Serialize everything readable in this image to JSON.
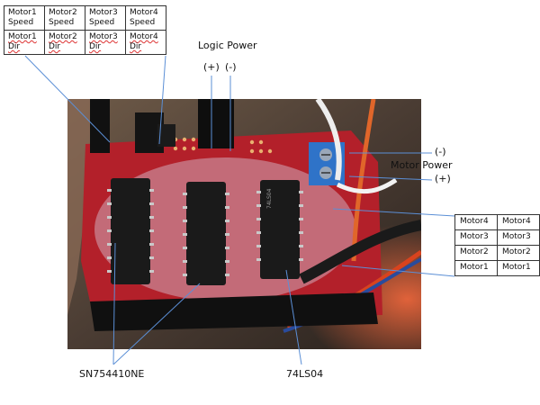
{
  "top_table": [
    [
      "Motor1\nSpeed",
      "Motor2\nSpeed",
      "Motor3\nSpeed",
      "Motor4\nSpeed"
    ],
    [
      "Motor1\nDir",
      "Motor2\nDir",
      "Motor3\nDir",
      "Motor4\nDir"
    ]
  ],
  "labels": {
    "logic_power": "Logic Power",
    "logic_plus": "(+)",
    "logic_minus": "(-)",
    "motor_power": "Motor Power",
    "motor_minus": "(-)",
    "motor_plus": "(+)",
    "driver_chip": "SN754410NE",
    "inverter_chip": "74LS04"
  },
  "right_table": [
    [
      "Motor4",
      "Motor4"
    ],
    [
      "Motor3",
      "Motor3"
    ],
    [
      "Motor2",
      "Motor2"
    ],
    [
      "Motor1",
      "Motor1"
    ]
  ],
  "chip_markings": {
    "inverter_chip": "74LS04"
  },
  "colors": {
    "pcb": "#b3202a",
    "chip": "#1a1a1a",
    "terminal": "#2f73c8",
    "leader_line": "#5b8fd6"
  }
}
